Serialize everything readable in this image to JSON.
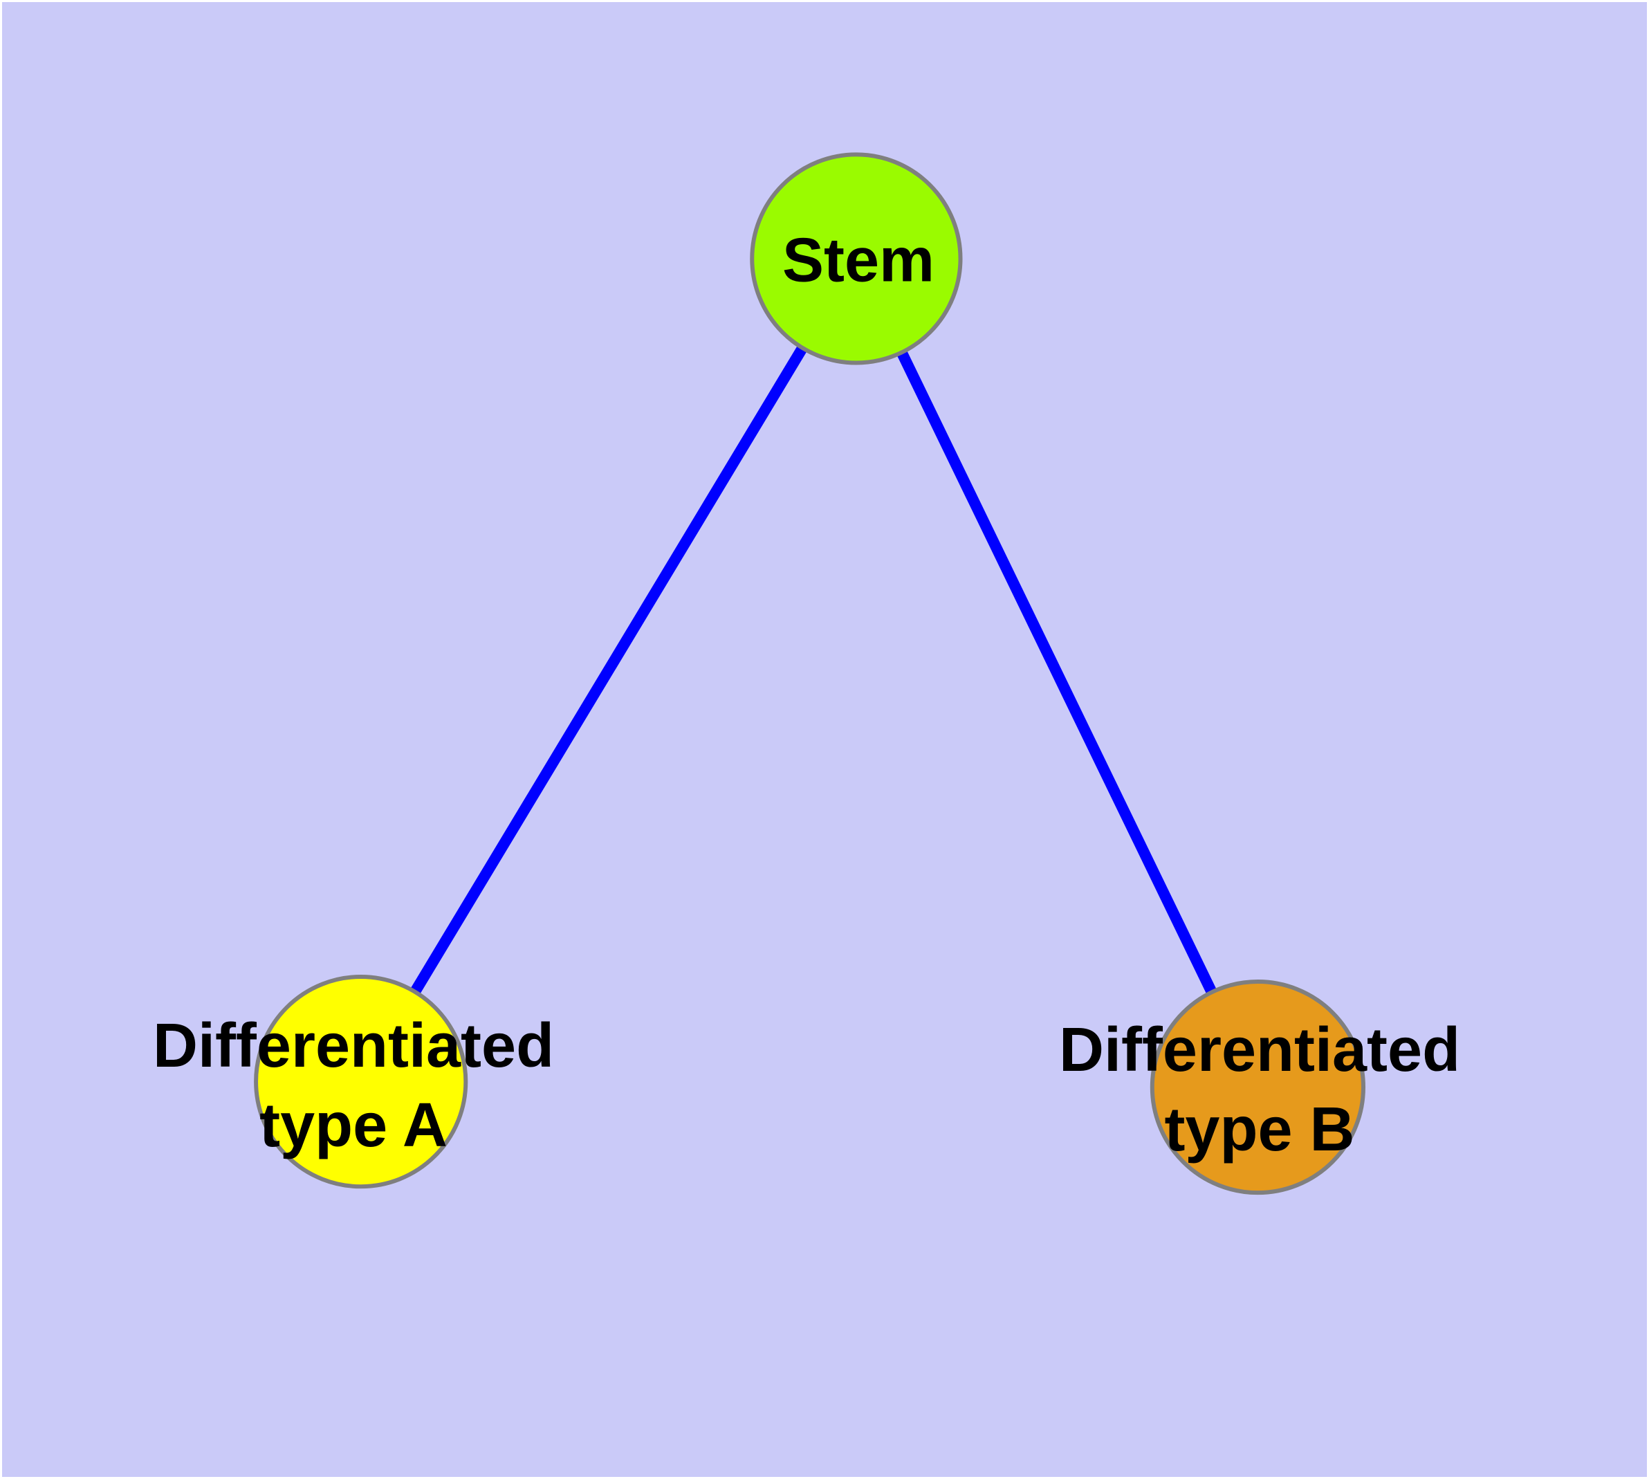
{
  "diagram": {
    "type": "node-link-graph",
    "background_color": "#cacaf8",
    "frame_color": "#ffffff",
    "edge_color": "#0000ff",
    "node_border_color": "#7f7f7f",
    "text_color": "#000000",
    "nodes": {
      "stem": {
        "label": "Stem",
        "color": "#9afb00"
      },
      "type_a": {
        "label": "Differentiated type A",
        "line1": "Differentiated",
        "line2": "type A",
        "color": "#ffff00"
      },
      "type_b": {
        "label": "Differentiated type B",
        "line1": "Differentiated",
        "line2": "type B",
        "color": "#e69a1c"
      }
    },
    "edges": [
      {
        "from": "Stem",
        "to": "Differentiated type A"
      },
      {
        "from": "Stem",
        "to": "Differentiated type B"
      }
    ]
  }
}
